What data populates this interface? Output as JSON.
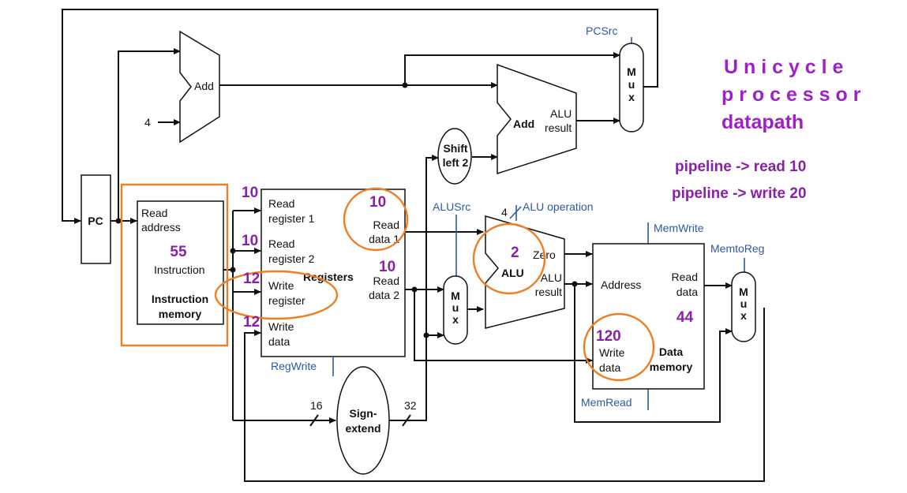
{
  "title": {
    "line1": "U n i c y c l e",
    "line2": "p r o c e s s o r",
    "line3": "datapath"
  },
  "notes": {
    "read": "pipeline -> read 10",
    "write": "pipeline -> write 20"
  },
  "units": {
    "pc": "PC",
    "add_top": "Add",
    "add_const": "4",
    "add_branch": "Add",
    "alu_result_1": "ALU",
    "alu_result_2": "result",
    "shift_1": "Shift",
    "shift_2": "left 2",
    "mux_pc": "M\nu\nx",
    "instr_read_address_1": "Read",
    "instr_read_address_2": "address",
    "instr_instruction": "Instruction",
    "instr_name_1": "Instruction",
    "instr_name_2": "memory",
    "reg_read1_1": "Read",
    "reg_read1_2": "register 1",
    "reg_read2_1": "Read",
    "reg_read2_2": "register 2",
    "reg_write_1": "Write",
    "reg_write_2": "register",
    "reg_wdata_1": "Write",
    "reg_wdata_2": "data",
    "reg_name": "Registers",
    "reg_data1_1": "Read",
    "reg_data1_2": "data 1",
    "reg_data2_1": "Read",
    "reg_data2_2": "data 2",
    "sign_1": "Sign-",
    "sign_2": "extend",
    "bits_16": "16",
    "bits_32": "32",
    "alu": "ALU",
    "alu_zero": "Zero",
    "alu_res_1": "ALU",
    "alu_res_2": "result",
    "alu_op_bits": "4",
    "dm_address": "Address",
    "dm_read_1": "Read",
    "dm_read_2": "data",
    "dm_write_1": "Write",
    "dm_write_2": "data",
    "dm_name_1": "Data",
    "dm_name_2": "memory",
    "mux_letters": [
      "M",
      "u",
      "x"
    ]
  },
  "control": {
    "pcsrc": "PCSrc",
    "alusrc": "ALUSrc",
    "aluop": "ALU operation",
    "memwrite": "MemWrite",
    "memtoreg": "MemtoReg",
    "regwrite": "RegWrite",
    "memread": "MemRead"
  },
  "latencies": {
    "instr_mem": "55",
    "read_reg1": "10",
    "read_reg2": "10",
    "write_reg": "12",
    "write_data": "12",
    "read_data1": "10",
    "read_data2": "10",
    "alu": "2",
    "dm_read": "44",
    "dm_write": "120"
  },
  "colors": {
    "highlight": "#ef7d22",
    "latency": "#8b1fa8",
    "title": "#a020c8",
    "control": "#2c5aa0"
  }
}
